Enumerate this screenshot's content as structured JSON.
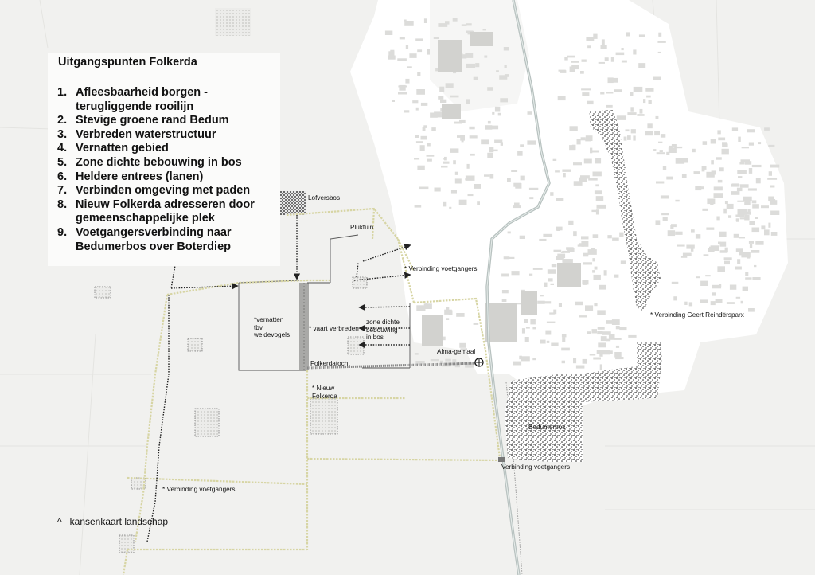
{
  "legend": {
    "title": "Uitgangspunten Folkerda",
    "items": [
      {
        "num": "1.",
        "text": "Afleesbaarheid borgen - terugliggende rooilijn"
      },
      {
        "num": "2.",
        "text": "Stevige groene rand Bedum"
      },
      {
        "num": "3.",
        "text": "Verbreden waterstructuur"
      },
      {
        "num": "4.",
        "text": "Vernatten gebied"
      },
      {
        "num": "5.",
        "text": "Zone dichte bebouwing in bos"
      },
      {
        "num": "6.",
        "text": "Heldere entrees (lanen)"
      },
      {
        "num": "7.",
        "text": "Verbinden omgeving met paden"
      },
      {
        "num": "8.",
        "text": "Nieuw Folkerda adresseren door gemeenschappelijke plek"
      },
      {
        "num": "9.",
        "text": "Voetgangersverbinding naar Bedumerbos over Boterdiep"
      }
    ]
  },
  "labels": {
    "lofversbos": "Lofversbos",
    "pluktuin": "Pluktuin",
    "verbinding_voet_1": "* Verbinding voetgangers",
    "vernatten": "*vernatten\ntbv\nweidevogels",
    "vaart": "* vaart verbreden",
    "zone_dicht": "zone dichte\nbebouwing\nin bos",
    "folkerdatocht": "Folkerdatocht",
    "alma": "Alma-gemaal",
    "nieuw_folkerda": "* Nieuw\nFolkerda",
    "geert": "* Verbinding Geert Reindersparx",
    "bedumerbos": "Bedumerbos",
    "verbinding_voet_2": "Verbinding voetgangers",
    "verbinding_voet_3": "* Verbinding voetgangers"
  },
  "footer": {
    "caret": "^",
    "text": "kansenkaart landschap"
  },
  "colors": {
    "background": "#f1f1ef",
    "town": "#ffffff",
    "route_yellow": "#d7d5a4",
    "arrow_dotted": "#333333",
    "canal": "#b8c2c0",
    "forest": "#1a1a1a"
  }
}
